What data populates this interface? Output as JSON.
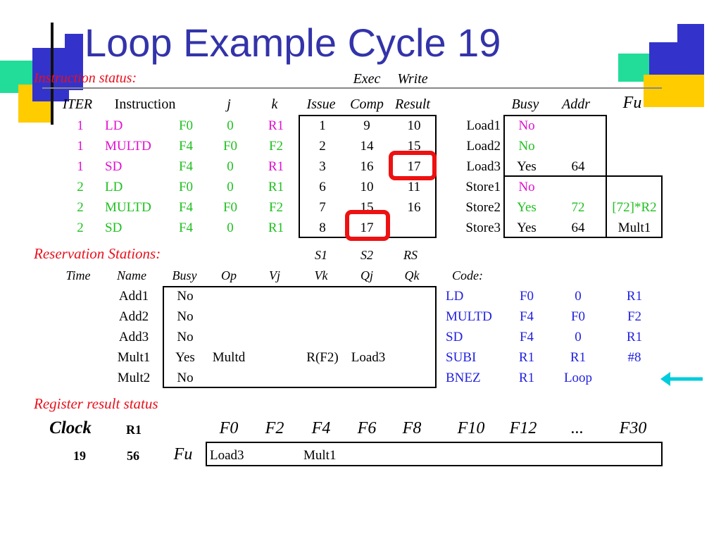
{
  "slide_title": "Loop Example Cycle 19",
  "colors": {
    "title": "#3333aa",
    "section": "#e8101c",
    "magenta": "#e010d0",
    "green": "#20c020",
    "blue": "#2222e0",
    "highlight": "#ee1111",
    "arrow": "#00ccdd"
  },
  "instr_status": {
    "section_label": "Instruction status:",
    "exec_label": "Exec",
    "write_label": "Write",
    "headers": {
      "iter": "ITER",
      "instruction": "Instruction",
      "j": "j",
      "k": "k",
      "issue": "Issue",
      "comp": "Comp",
      "result": "Result"
    },
    "rows": [
      {
        "iter": "1",
        "op": "LD",
        "dest": "F0",
        "j": "0",
        "k": "R1",
        "issue": "1",
        "comp": "9",
        "result": "10"
      },
      {
        "iter": "1",
        "op": "MULTD",
        "dest": "F4",
        "j": "F0",
        "k": "F2",
        "issue": "2",
        "comp": "14",
        "result": "15"
      },
      {
        "iter": "1",
        "op": "SD",
        "dest": "F4",
        "j": "0",
        "k": "R1",
        "issue": "3",
        "comp": "16",
        "result": "17"
      },
      {
        "iter": "2",
        "op": "LD",
        "dest": "F0",
        "j": "0",
        "k": "R1",
        "issue": "6",
        "comp": "10",
        "result": "11"
      },
      {
        "iter": "2",
        "op": "MULTD",
        "dest": "F4",
        "j": "F0",
        "k": "F2",
        "issue": "7",
        "comp": "15",
        "result": "16"
      },
      {
        "iter": "2",
        "op": "SD",
        "dest": "F4",
        "j": "0",
        "k": "R1",
        "issue": "8",
        "comp": "17",
        "result": ""
      }
    ]
  },
  "load_store": {
    "headers": {
      "busy": "Busy",
      "addr": "Addr",
      "fu": "Fu"
    },
    "rows": [
      {
        "name": "Load1",
        "busy": "No",
        "addr": "",
        "fu": ""
      },
      {
        "name": "Load2",
        "busy": "No",
        "addr": "",
        "fu": ""
      },
      {
        "name": "Load3",
        "busy": "Yes",
        "addr": "64",
        "fu": ""
      },
      {
        "name": "Store1",
        "busy": "No",
        "addr": "",
        "fu": ""
      },
      {
        "name": "Store2",
        "busy": "Yes",
        "addr": "72",
        "fu": "[72]*R2"
      },
      {
        "name": "Store3",
        "busy": "Yes",
        "addr": "64",
        "fu": "Mult1"
      }
    ]
  },
  "reservation": {
    "section_label": "Reservation Stations:",
    "s1": "S1",
    "s2": "S2",
    "rs": "RS",
    "headers": {
      "time": "Time",
      "name": "Name",
      "busy": "Busy",
      "op": "Op",
      "vj": "Vj",
      "vk": "Vk",
      "qj": "Qj",
      "qk": "Qk"
    },
    "code_label": "Code:",
    "rows": [
      {
        "time": "",
        "name": "Add1",
        "busy": "No",
        "op": "",
        "vj": "",
        "vk": "",
        "qj": "",
        "qk": ""
      },
      {
        "time": "",
        "name": "Add2",
        "busy": "No",
        "op": "",
        "vj": "",
        "vk": "",
        "qj": "",
        "qk": ""
      },
      {
        "time": "",
        "name": "Add3",
        "busy": "No",
        "op": "",
        "vj": "",
        "vk": "",
        "qj": "",
        "qk": ""
      },
      {
        "time": "",
        "name": "Mult1",
        "busy": "Yes",
        "op": "Multd",
        "vj": "",
        "vk": "R(F2)",
        "qj": "Load3",
        "qk": ""
      },
      {
        "time": "",
        "name": "Mult2",
        "busy": "No",
        "op": "",
        "vj": "",
        "vk": "",
        "qj": "",
        "qk": ""
      }
    ],
    "code": [
      {
        "op": "LD",
        "a": "F0",
        "b": "0",
        "c": "R1"
      },
      {
        "op": "MULTD",
        "a": "F4",
        "b": "F0",
        "c": "F2"
      },
      {
        "op": "SD",
        "a": "F4",
        "b": "0",
        "c": "R1"
      },
      {
        "op": "SUBI",
        "a": "R1",
        "b": "R1",
        "c": "#8"
      },
      {
        "op": "BNEZ",
        "a": "R1",
        "b": "Loop",
        "c": ""
      }
    ]
  },
  "register_status": {
    "section_label": "Register result status",
    "clock_label": "Clock",
    "r1_label": "R1",
    "fu_label": "Fu",
    "clock_value": "19",
    "r1_value": "56",
    "registers": [
      "F0",
      "F2",
      "F4",
      "F6",
      "F8",
      "F10",
      "F12",
      "...",
      "F30"
    ],
    "values": [
      "Load3",
      "",
      "Mult1",
      "",
      "",
      "",
      "",
      "",
      ""
    ]
  },
  "icons": {
    "arrow": "left-arrow-icon"
  }
}
